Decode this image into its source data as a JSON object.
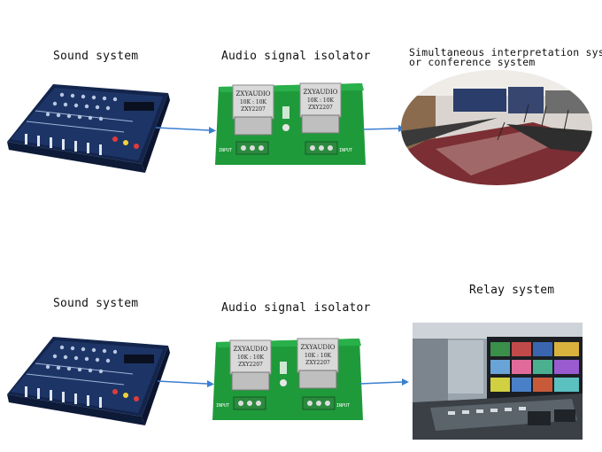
{
  "rows": [
    {
      "source_label": "Sound system",
      "isolator_label": "Audio signal isolator",
      "destination_label_line1": "Simultaneous interpretation system",
      "destination_label_line2": "or conference system"
    },
    {
      "source_label": "Sound system",
      "isolator_label": "Audio signal isolator",
      "destination_label_line1": "Relay system",
      "destination_label_line2": ""
    }
  ],
  "isolator": {
    "brand": "ZXYAUDIO",
    "ratio": "10K : 10K",
    "model": "ZXY2207",
    "input_left": "INPUT",
    "input_right": "INPUT"
  },
  "colors": {
    "arrow": "#3b7fd0",
    "pcb": "#1f9a3a",
    "mixer": "#1d3566"
  }
}
